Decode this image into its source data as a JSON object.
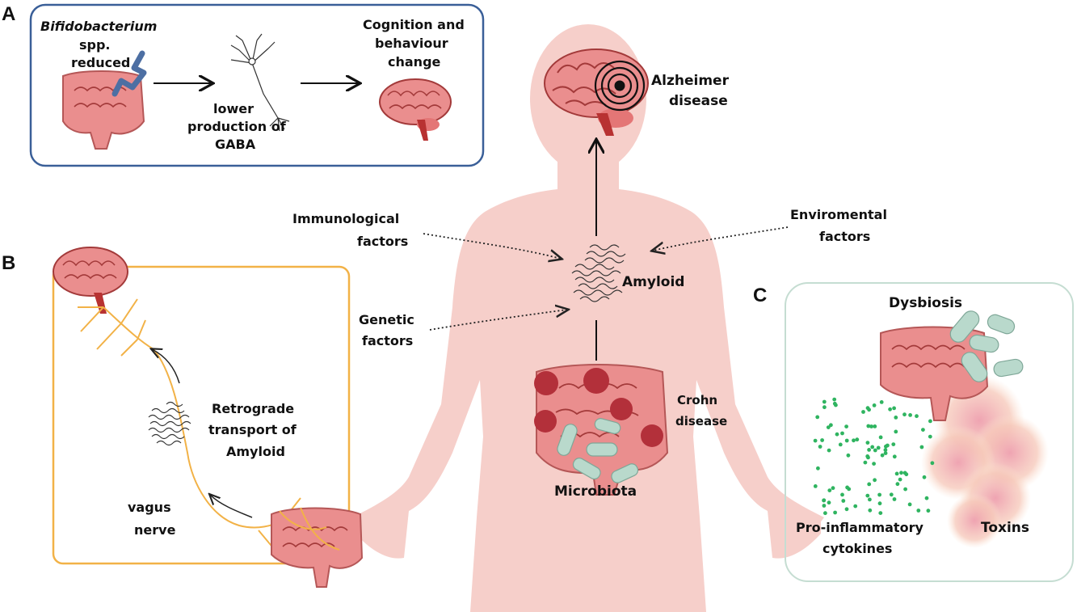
{
  "panels": {
    "a": "A",
    "b": "B",
    "c": "C"
  },
  "panel_a": {
    "bacterium_name": "Bifidobacterium",
    "bacterium_rest_1": "spp.",
    "bacterium_rest_2": "reduced",
    "gaba_1": "lower",
    "gaba_2": "production of",
    "gaba_3": "GABA",
    "cognition_1": "Cognition and",
    "cognition_2": "behaviour",
    "cognition_3": "change"
  },
  "center": {
    "alzheimer_1": "Alzheimer",
    "alzheimer_2": "disease",
    "immuno_1": "Immunological",
    "immuno_2": "factors",
    "env_1": "Enviromental",
    "env_2": "factors",
    "genetic_1": "Genetic",
    "genetic_2": "factors",
    "amyloid": "Amyloid",
    "crohn_1": "Crohn",
    "crohn_2": "disease",
    "microbiota": "Microbiota"
  },
  "panel_b": {
    "retro_1": "Retrograde",
    "retro_2": "transport of",
    "retro_3": "Amyloid",
    "vagus_1": "vagus",
    "vagus_2": "nerve"
  },
  "panel_c": {
    "dysbiosis": "Dysbiosis",
    "cyto_1": "Pro-inflammatory",
    "cyto_2": "cytokines",
    "toxins": "Toxins"
  },
  "colors": {
    "skin": "#f6cfca",
    "brain": "#ea8e8e",
    "brain_dark": "#a33a3a",
    "panel_a_border": "#3a5f98",
    "panel_b_border": "#f2b247",
    "panel_c_border": "#c5ddd2",
    "bacteria": "#b9d9cc",
    "cytokines": "#2fb460",
    "toxins": "#f1a9ad"
  }
}
